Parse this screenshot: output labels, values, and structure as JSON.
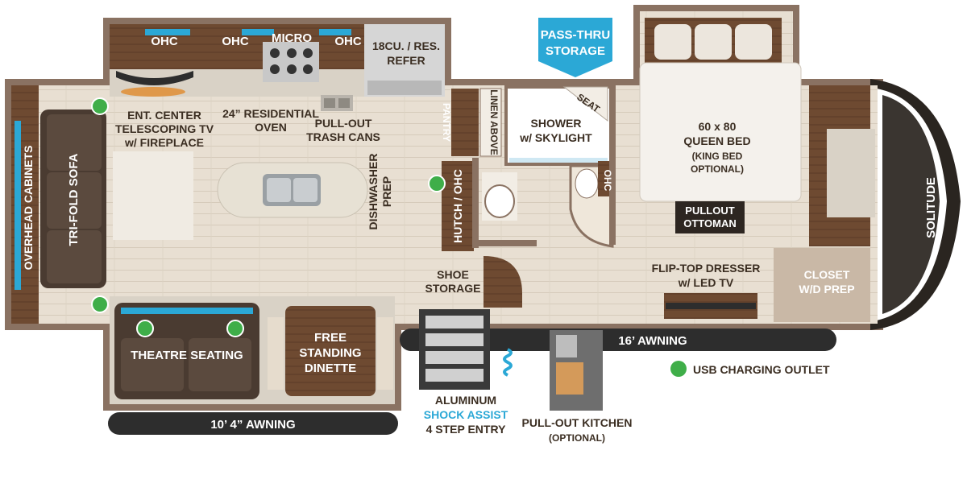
{
  "labels": {
    "ohc_left": "OHC",
    "ohc_mid": "OHC",
    "micro": "MICRO",
    "ohc_right": "OHC",
    "refer_line1": "18CU. / RES.",
    "refer_line2": "REFER",
    "pass_thru_line1": "PASS-THRU",
    "pass_thru_line2": "STORAGE",
    "ent_center_line1": "ENT. CENTER",
    "ent_center_line2": "TELESCOPING TV",
    "ent_center_line3": "w/ FIREPLACE",
    "oven_line1": "24” RESIDENTIAL",
    "oven_line2": "OVEN",
    "trash_line1": "PULL-OUT",
    "trash_line2": "TRASH CANS",
    "overhead_cabinets": "OVERHEAD CABINETS",
    "sofa": "TRI-FOLD SOFA",
    "dishwasher_line1": "DISHWASHER",
    "dishwasher_line2": "PREP",
    "hutch": "HUTCH / OHC",
    "pantry": "PANTRY",
    "linen": "LINEN ABOVE",
    "shower_line1": "SHOWER",
    "shower_line2": "w/ SKYLIGHT",
    "seat": "SEAT",
    "ohc_bath": "OHC",
    "bed_line1": "60 x 80",
    "bed_line2": "QUEEN BED",
    "bed_line3": "(KING BED",
    "bed_line4": "OPTIONAL)",
    "ottoman_line1": "PULLOUT",
    "ottoman_line2": "OTTOMAN",
    "shoe_line1": "SHOE",
    "shoe_line2": "STORAGE",
    "dresser_line1": "FLIP-TOP DRESSER",
    "dresser_line2": "w/ LED TV",
    "closet_line1": "CLOSET",
    "closet_line2": "W/D PREP",
    "brand": "SOLITUDE",
    "theatre": "THEATRE SEATING",
    "dinette_line1": "FREE",
    "dinette_line2": "STANDING",
    "dinette_line3": "DINETTE",
    "awning_front": "16’ AWNING",
    "awning_rear": "10’ 4”  AWNING",
    "entry_line1": "ALUMINUM",
    "entry_line2": "SHOCK ASSIST",
    "entry_line3": "4 STEP ENTRY",
    "kitchen_line1": "PULL-OUT KITCHEN",
    "kitchen_line2": "(OPTIONAL)",
    "legend_usb": "USB CHARGING OUTLET"
  },
  "colors": {
    "wall": "#8a7262",
    "floor": "#e6ddd0",
    "cabinet": "#6e4a31",
    "sofa": "#4a3b31",
    "accent_blue": "#2ba8d6",
    "usb_green": "#3fae49",
    "awning": "#2d2d2d"
  }
}
